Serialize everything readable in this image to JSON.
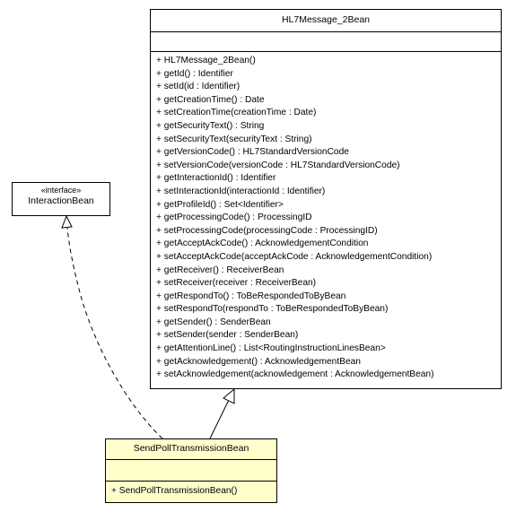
{
  "diagram": {
    "hl7_class": {
      "name": "HL7Message_2Bean",
      "attributes": [],
      "operations": [
        "+ HL7Message_2Bean()",
        "+ getId() : Identifier",
        "+ setId(id : Identifier)",
        "+ getCreationTime() : Date",
        "+ setCreationTime(creationTime : Date)",
        "+ getSecurityText() : String",
        "+ setSecurityText(securityText : String)",
        "+ getVersionCode() : HL7StandardVersionCode",
        "+ setVersionCode(versionCode : HL7StandardVersionCode)",
        "+ getInteractionId() : Identifier",
        "+ setInteractionId(interactionId : Identifier)",
        "+ getProfileId() : Set<Identifier>",
        "+ getProcessingCode() : ProcessingID",
        "+ setProcessingCode(processingCode : ProcessingID)",
        "+ getAcceptAckCode() : AcknowledgementCondition",
        "+ setAcceptAckCode(acceptAckCode : AcknowledgementCondition)",
        "+ getReceiver() : ReceiverBean",
        "+ setReceiver(receiver : ReceiverBean)",
        "+ getRespondTo() : ToBeRespondedToByBean",
        "+ setRespondTo(respondTo : ToBeRespondedToByBean)",
        "+ getSender() : SenderBean",
        "+ setSender(sender : SenderBean)",
        "+ getAttentionLine() : List<RoutingInstructionLinesBean>",
        "+ getAcknowledgement() : AcknowledgementBean",
        "+ setAcknowledgement(acknowledgement : AcknowledgementBean)"
      ]
    },
    "interface_class": {
      "stereotype": "«interface»",
      "name": "InteractionBean"
    },
    "send_class": {
      "name": "SendPollTransmissionBean",
      "attributes": [],
      "operations": [
        "+ SendPollTransmissionBean()"
      ]
    },
    "relationships": [
      {
        "type": "generalization",
        "from": "SendPollTransmissionBean",
        "to": "HL7Message_2Bean",
        "style": "solid"
      },
      {
        "type": "realization",
        "from": "SendPollTransmissionBean",
        "to": "InteractionBean",
        "style": "dashed"
      }
    ],
    "colors": {
      "line": "#000000",
      "box_fill": "#ffffff",
      "highlight_fill": "#ffffcc"
    }
  }
}
